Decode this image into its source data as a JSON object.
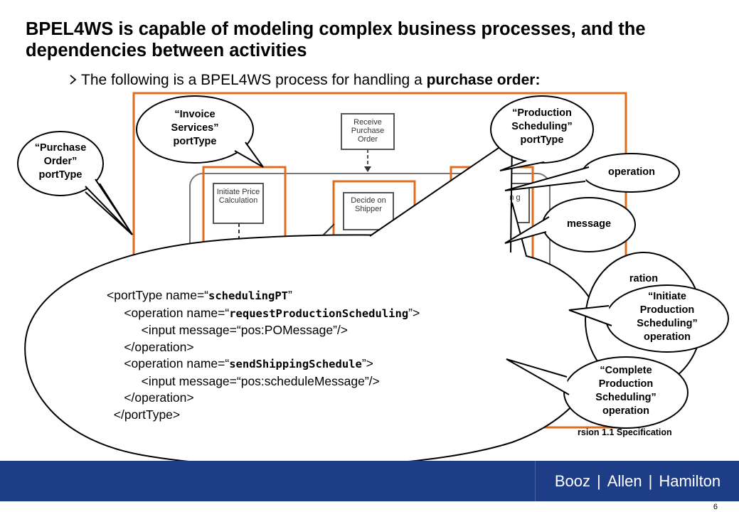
{
  "slide": {
    "title": "BPEL4WS is capable of modeling complex business processes, and the dependencies between activities",
    "bullet_prefix": "The following is a BPEL4WS process for handling a ",
    "bullet_bold": "purchase order:",
    "page_number": "6",
    "spec_caption": "rsion 1.1 Specification"
  },
  "callouts": {
    "purchase_order": "“Purchase Order” portType",
    "invoice_services": "“Invoice Services” portType",
    "production_scheduling": "“Production Scheduling” portType",
    "operation": "operation",
    "message": "message",
    "operation_partial": "ration",
    "initiate_production": "“Initiate Production Scheduling” operation",
    "complete_production": "“Complete Production Scheduling” operation"
  },
  "flow": {
    "receive_po": "Receive Purchase Order",
    "initiate_price": "Initiate Price Calculation",
    "decide_shipper": "Decide on Shipper",
    "partial_right": "n g"
  },
  "code": {
    "line1_prefix": "<portType name=“",
    "line1_bold": "schedulingPT",
    "line1_suffix": "”",
    "line2_prefix": "<operation name=“",
    "line2_bold": "requestProductionScheduling",
    "line2_suffix": "”>",
    "line3": "<input message=“pos:POMessage”/>",
    "line4": "</operation>",
    "line5_prefix": "<operation name=“",
    "line5_bold": "sendShippingSchedule",
    "line5_suffix": "”>",
    "line6": "<input message=“pos:scheduleMessage”/>",
    "line7": "</operation>",
    "line8": "</portType>"
  },
  "logo": {
    "part1": "Booz",
    "part2": "Allen",
    "part3": "Hamilton"
  },
  "colors": {
    "orange": "#e06d1d",
    "navy": "#1d3d86"
  }
}
